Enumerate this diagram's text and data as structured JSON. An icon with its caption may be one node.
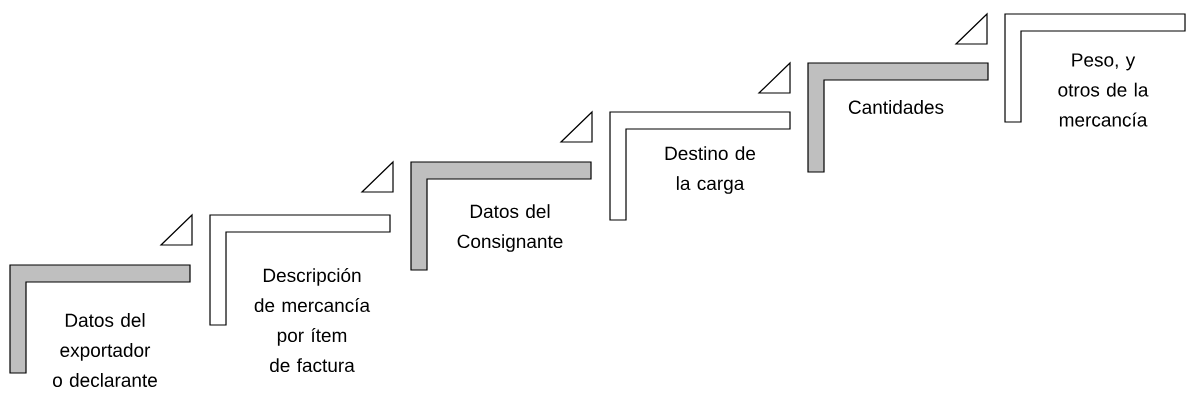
{
  "diagram": {
    "nodes": [
      {
        "text": [
          "Datos del exportador o declarante"
        ]
      },
      {
        "text": [
          "Descripción de mercancía por ítem de factura"
        ]
      },
      {
        "text": [
          "Datos del Consignante"
        ]
      },
      {
        "text": [
          "Destino de la carga"
        ]
      },
      {
        "text": [
          "Cantidades"
        ]
      },
      {
        "text": [
          "Peso, y otros de la mercancía"
        ]
      }
    ]
  }
}
